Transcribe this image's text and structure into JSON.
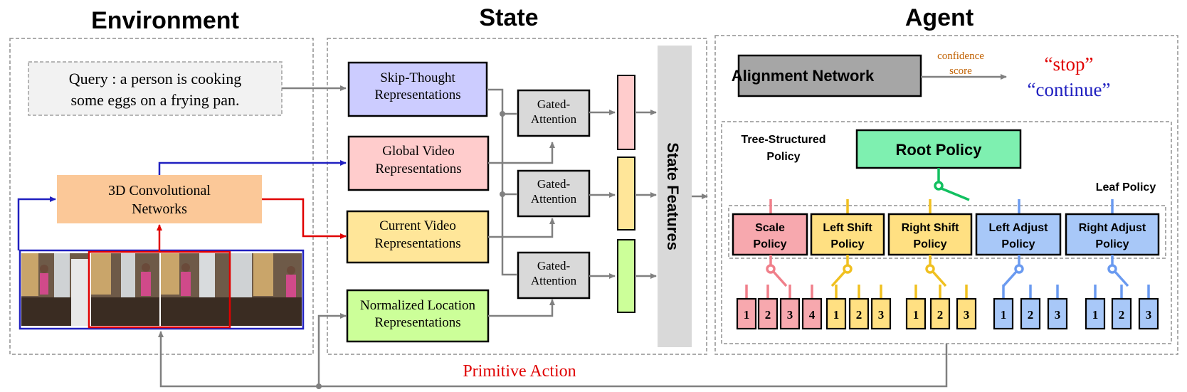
{
  "sections": {
    "environment": "Environment",
    "state": "State",
    "agent": "Agent"
  },
  "environment": {
    "query_line1": "Query : a person is cooking",
    "query_line2": "some eggs on a frying pan.",
    "conv_line1": "3D  Convolutional",
    "conv_line2": "Networks"
  },
  "state": {
    "skip_line1": "Skip-Thought",
    "skip_line2": "Representations",
    "global_line1": "Global Video",
    "global_line2": "Representations",
    "current_line1": "Current Video",
    "current_line2": "Representations",
    "norm_line1": "Normalized Location",
    "norm_line2": "Representations",
    "gated_line1": "Gated-",
    "gated_line2": "Attention",
    "state_features": "State Features"
  },
  "agent": {
    "alignment": "Alignment Network",
    "confidence_line1": "confidence",
    "confidence_line2": "score",
    "stop": "“stop”",
    "continue": "“continue”",
    "tree_line1": "Tree-Structured",
    "tree_line2": "Policy",
    "root": "Root Policy",
    "leaf_policy": "Leaf Policy",
    "scale_line1": "Scale",
    "scale_line2": "Policy",
    "left_shift_line1": "Left Shift",
    "left_shift_line2": "Policy",
    "right_shift_line1": "Right Shift",
    "right_shift_line2": "Policy",
    "left_adjust_line1": "Left Adjust",
    "left_adjust_line2": "Policy",
    "right_adjust_line1": "Right Adjust",
    "right_adjust_line2": "Policy",
    "actions_scale": [
      "1",
      "2",
      "3",
      "4"
    ],
    "actions_left_shift": [
      "1",
      "2",
      "3"
    ],
    "actions_right_shift": [
      "1",
      "2",
      "3"
    ],
    "actions_left_adjust": [
      "1",
      "2",
      "3"
    ],
    "actions_right_adjust": [
      "1",
      "2",
      "3"
    ]
  },
  "primitive_action": "Primitive Action",
  "colors": {
    "skip": "#ccccff",
    "global": "#ffcccc",
    "current": "#ffe699",
    "normalized": "#ccff99",
    "conv": "#fbc898",
    "root": "#7ef0b0",
    "scale": "#f7a8ae",
    "shift": "#ffe082",
    "adjust": "#a8c8f8",
    "red_arrow": "#e00000",
    "blue_arrow": "#2020c0"
  }
}
